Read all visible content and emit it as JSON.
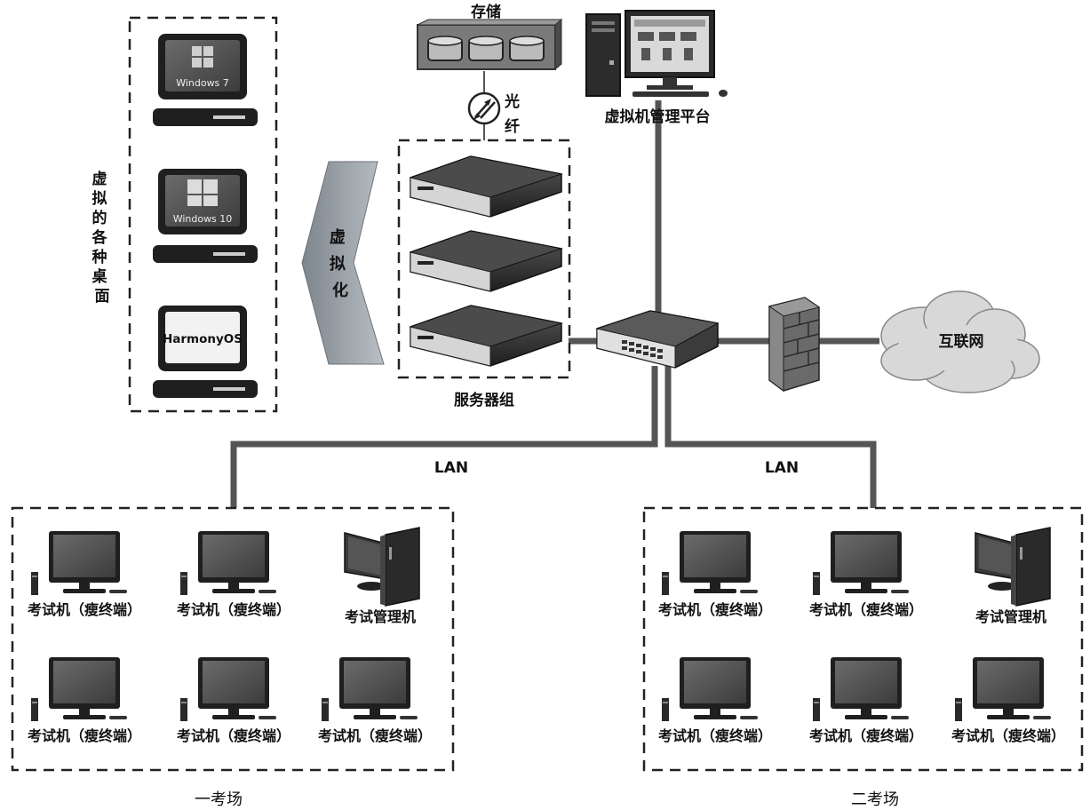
{
  "diagram": {
    "storage_label": "存储",
    "fiber_label": "光纤",
    "vm_platform_label": "虚拟机管理平台",
    "virtualize_label": "虚拟化",
    "virtual_desktops_label": "虚拟的各种桌面",
    "server_group_label": "服务器组",
    "internet_label": "互联网",
    "lan_label_left": "LAN",
    "lan_label_right": "LAN",
    "desktop_os": [
      "Windows 7",
      "Windows 10",
      "HarmonyOS"
    ],
    "terminal_label": "考试机（瘦终端）",
    "admin_label": "考试管理机",
    "site1_label": "一考场",
    "site2_label": "二考场"
  },
  "colors": {
    "line": "#555555",
    "dark_device": "#3a3a3a",
    "chevron": "#9aa1a7",
    "cloud": "#d8d8d8"
  }
}
